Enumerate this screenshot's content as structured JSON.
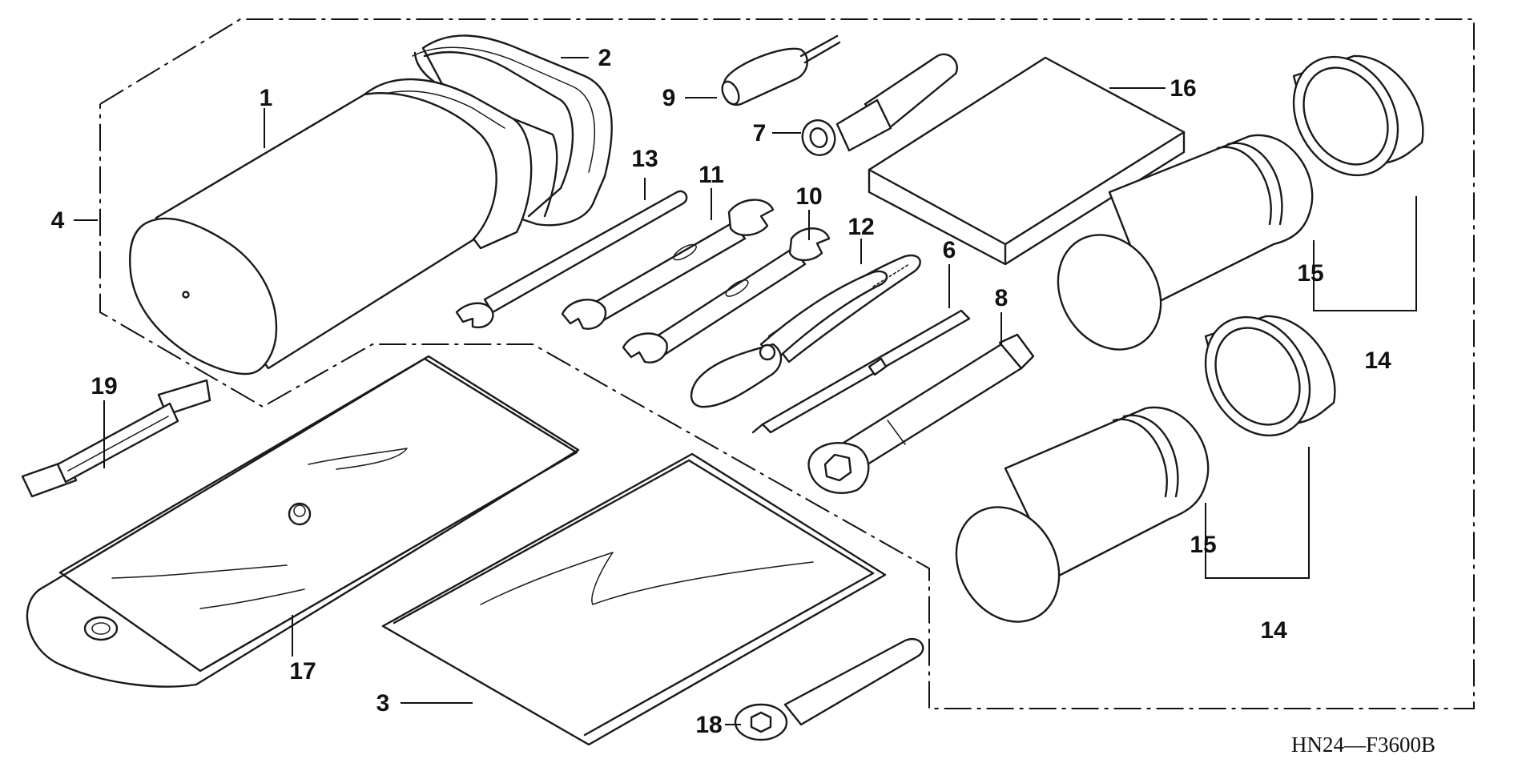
{
  "diagram": {
    "drawing_code": "HN24—F3600B",
    "callouts": {
      "p1": "1",
      "p2": "2",
      "p3": "3",
      "p4": "4",
      "p6": "6",
      "p7": "7",
      "p8": "8",
      "p9": "9",
      "p10": "10",
      "p11": "11",
      "p12": "12",
      "p13": "13",
      "p14a": "14",
      "p14b": "14",
      "p15a": "15",
      "p15b": "15",
      "p16": "16",
      "p17": "17",
      "p18": "18",
      "p19": "19"
    },
    "colors": {
      "ink": "#1a1a1a",
      "paper": "#ffffff"
    }
  }
}
